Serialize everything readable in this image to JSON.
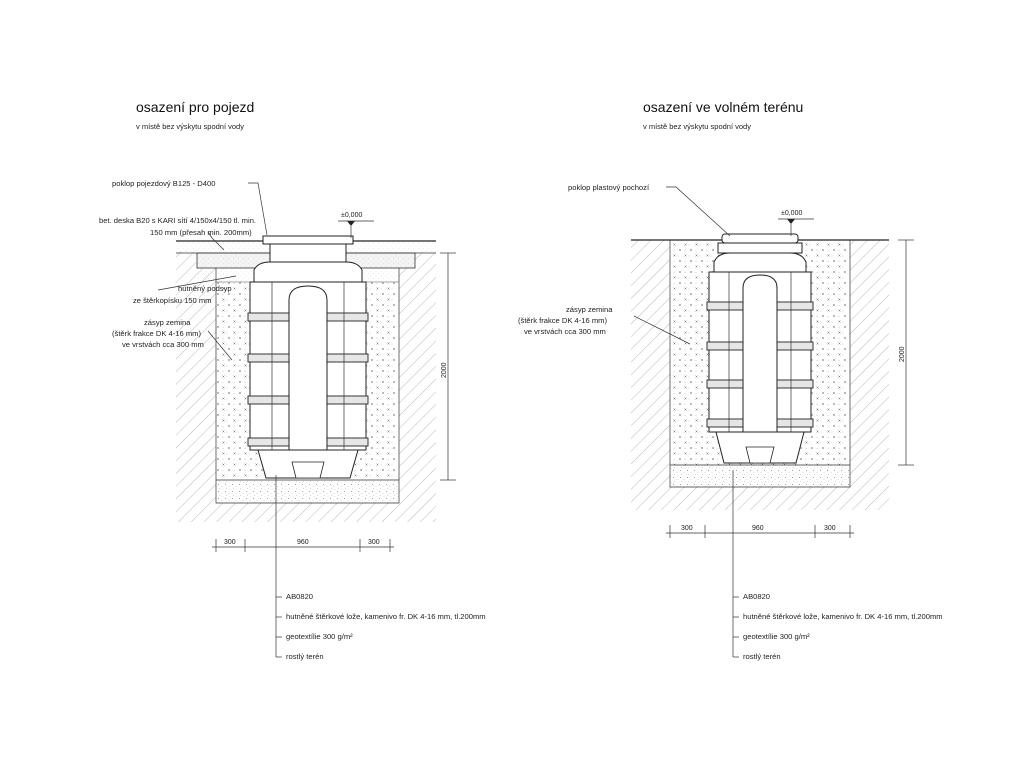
{
  "left": {
    "title": "osazení pro pojezd",
    "subtitle": "v místě bez výskytu spodní vody",
    "callouts": {
      "cover": "poklop pojezdový B125 - D400",
      "slab_line1": "bet. deska B20 s KARI sítí 4/150x4/150 tl. min.",
      "slab_line2": "150 mm (přesah min. 200mm)",
      "subbase_line1": "hutněný podsyp",
      "subbase_line2": "ze štěrkopísku 150 mm",
      "backfill_line1": "zásyp zemina",
      "backfill_line2": "(štěrk frakce DK 4-16 mm)",
      "backfill_line3": "ve vrstvách cca 300 mm"
    },
    "level": "±0,000",
    "depth": "2000",
    "widths": [
      "300",
      "960",
      "300"
    ],
    "legend": [
      "AB0820",
      "hutněné štěrkové lože, kamenivo fr. DK 4-16 mm, tl.200mm",
      "geotextílie 300 g/m²",
      "rostlý terén"
    ]
  },
  "right": {
    "title": "osazení ve volném terénu",
    "subtitle": "v místě bez výskytu spodní vody",
    "callouts": {
      "cover": "poklop plastový pochozí",
      "backfill_line1": "zásyp zemina",
      "backfill_line2": "(štěrk frakce DK 4-16 mm)",
      "backfill_line3": "ve vrstvách cca 300 mm"
    },
    "level": "±0,000",
    "depth": "2000",
    "widths": [
      "300",
      "960",
      "300"
    ],
    "legend": [
      "AB0820",
      "hutněné štěrkové lože, kamenivo fr. DK 4-16 mm, tl.200mm",
      "geotextílie 300 g/m²",
      "rostlý terén"
    ]
  }
}
